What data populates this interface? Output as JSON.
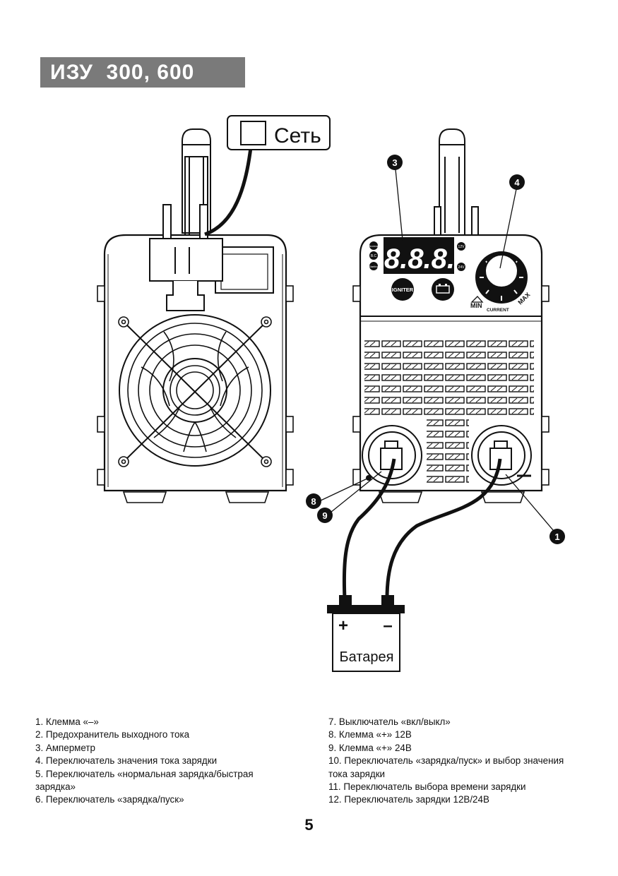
{
  "title": "ИЗУ  300, 600",
  "labels": {
    "network": "Сеть",
    "battery": "Батарея",
    "plus": "+",
    "minus": "–",
    "igniter": "IGNITER",
    "min": "MIN",
    "max": "MAX",
    "current": "CURRENT",
    "v12": "12V",
    "v24": "24V",
    "ind_1": "Normal",
    "ind_2": "B.C",
    "ind_3": "Starting",
    "display": "8.8.8."
  },
  "callouts": [
    "1",
    "3",
    "4",
    "8",
    "9"
  ],
  "legend_left": [
    "1. Клемма «–»",
    "2. Предохранитель выходного тока",
    "3. Амперметр",
    "4. Переключатель значения тока зарядки",
    "5. Переключатель «нормальная зарядка/быстрая зарядка»",
    "6. Переключатель «зарядка/пуск»"
  ],
  "legend_right": [
    "7. Выключатель «вкл/выкл»",
    "8. Клемма «+» 12В",
    "9. Клемма «+» 24В",
    "10. Переключатель «зарядка/пуск» и выбор значения тока зарядки",
    "11. Переключатель выбора времени зарядки",
    "12. Переключатель зарядки 12В/24В"
  ],
  "page_number": "5"
}
